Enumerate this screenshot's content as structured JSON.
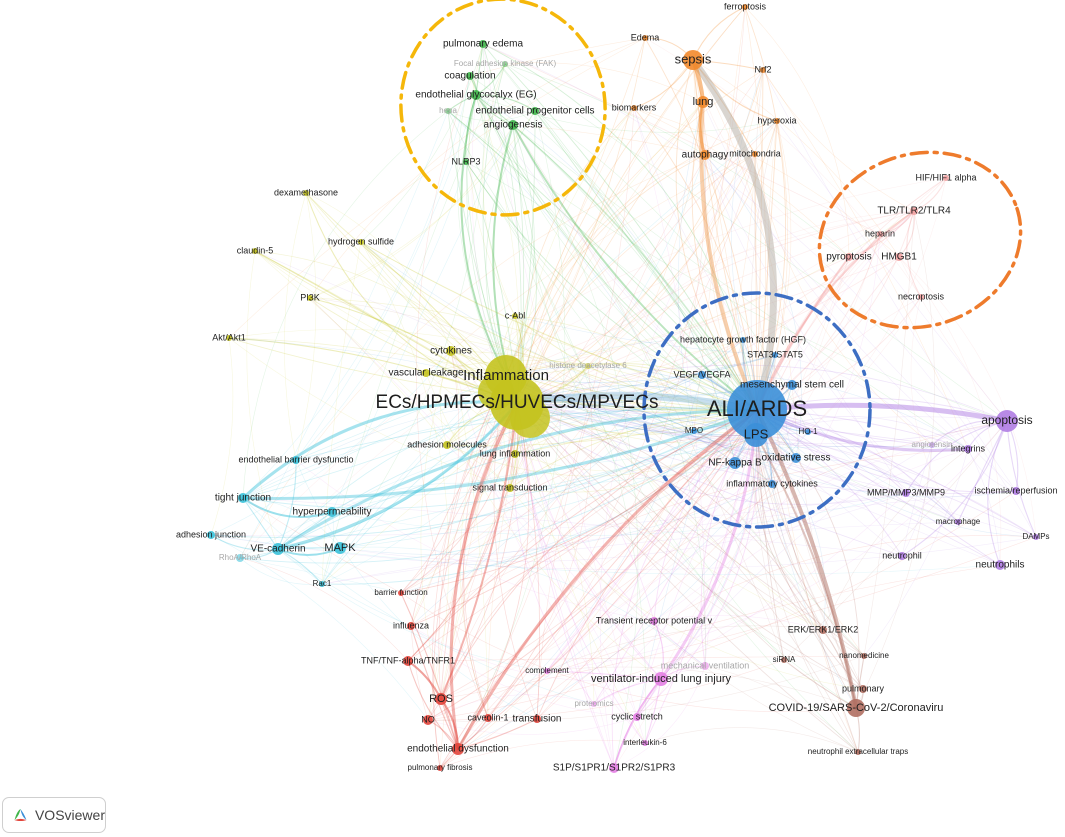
{
  "clusters": {
    "green": "#3fb54a",
    "orange": "#f28a2c",
    "salmon": "#f3a3a3",
    "olive": "#c4c31f",
    "blue": "#3b8fd8",
    "purple": "#b07de3",
    "cyan": "#39c1d9",
    "red": "#e2443a",
    "magenta": "#e47fe4",
    "brown": "#b06f62"
  },
  "rings": {
    "green_cluster": "#f5b70a",
    "salmon_cluster": "#ee7b2c",
    "blue_cluster": "#3d6ec3"
  },
  "nodes": [
    {
      "label": "pulmonary edema",
      "cluster": "green"
    },
    {
      "label": "Focal adhesion kinase (FAK)",
      "cluster": "green"
    },
    {
      "label": "coagulation",
      "cluster": "green"
    },
    {
      "label": "endothelial glycocalyx (EG)",
      "cluster": "green"
    },
    {
      "label": "hepa",
      "cluster": "green"
    },
    {
      "label": "endothelial progenitor cells",
      "cluster": "green"
    },
    {
      "label": "angiogenesis",
      "cluster": "green"
    },
    {
      "label": "NLRP3",
      "cluster": "green"
    },
    {
      "label": "ferroptosis",
      "cluster": "orange"
    },
    {
      "label": "Edema",
      "cluster": "orange"
    },
    {
      "label": "sepsis",
      "cluster": "orange"
    },
    {
      "label": "Nrf2",
      "cluster": "orange"
    },
    {
      "label": "biomarkers",
      "cluster": "orange"
    },
    {
      "label": "lung",
      "cluster": "orange"
    },
    {
      "label": "hyperoxia",
      "cluster": "orange"
    },
    {
      "label": "autophagy",
      "cluster": "orange"
    },
    {
      "label": "mitochondria",
      "cluster": "orange"
    },
    {
      "label": "HIF/HIF1 alpha",
      "cluster": "salmon"
    },
    {
      "label": "TLR/TLR2/TLR4",
      "cluster": "salmon"
    },
    {
      "label": "heparin",
      "cluster": "salmon"
    },
    {
      "label": "pyroptosis",
      "cluster": "salmon"
    },
    {
      "label": "HMGB1",
      "cluster": "salmon"
    },
    {
      "label": "necroptosis",
      "cluster": "salmon"
    },
    {
      "label": "dexamethasone",
      "cluster": "olive"
    },
    {
      "label": "hydrogen sulfide",
      "cluster": "olive"
    },
    {
      "label": "claudin-5",
      "cluster": "olive"
    },
    {
      "label": "PI3K",
      "cluster": "olive"
    },
    {
      "label": "Akt/Akt1",
      "cluster": "olive"
    },
    {
      "label": "c-Abl",
      "cluster": "olive"
    },
    {
      "label": "cytokines",
      "cluster": "olive"
    },
    {
      "label": "vascular leakage",
      "cluster": "olive"
    },
    {
      "label": "Inflammation",
      "cluster": "olive"
    },
    {
      "label": "histone deacetylase 6",
      "cluster": "olive"
    },
    {
      "label": "ECs/HPMECs/HUVECs/MPVECs",
      "cluster": "olive"
    },
    {
      "label": "adhesion molecules",
      "cluster": "olive"
    },
    {
      "label": "lung inflammation",
      "cluster": "olive"
    },
    {
      "label": "signal transduction",
      "cluster": "olive"
    },
    {
      "label": "hepatocyte growth factor (HGF)",
      "cluster": "blue"
    },
    {
      "label": "STAT3/STAT5",
      "cluster": "blue"
    },
    {
      "label": "VEGF/VEGFA",
      "cluster": "blue"
    },
    {
      "label": "mesenchymal stem cell",
      "cluster": "blue"
    },
    {
      "label": "ALI/ARDS",
      "cluster": "blue"
    },
    {
      "label": "MPO",
      "cluster": "blue"
    },
    {
      "label": "LPS",
      "cluster": "blue"
    },
    {
      "label": "HO-1",
      "cluster": "blue"
    },
    {
      "label": "NF-kappa B",
      "cluster": "blue"
    },
    {
      "label": "oxidative stress",
      "cluster": "blue"
    },
    {
      "label": "inflammatory cytokines",
      "cluster": "blue"
    },
    {
      "label": "apoptosis",
      "cluster": "purple"
    },
    {
      "label": "angiotensin",
      "cluster": "purple"
    },
    {
      "label": "integrins",
      "cluster": "purple"
    },
    {
      "label": "MMP/MMP3/MMP9",
      "cluster": "purple"
    },
    {
      "label": "ischemia/reperfusion",
      "cluster": "purple"
    },
    {
      "label": "macrophage",
      "cluster": "purple"
    },
    {
      "label": "DAMPs",
      "cluster": "purple"
    },
    {
      "label": "neutrophil",
      "cluster": "purple"
    },
    {
      "label": "neutrophils",
      "cluster": "purple"
    },
    {
      "label": "endothelial barrier dysfunctio",
      "cluster": "cyan"
    },
    {
      "label": "tight junction",
      "cluster": "cyan"
    },
    {
      "label": "hyperpermeability",
      "cluster": "cyan"
    },
    {
      "label": "adhesion junction",
      "cluster": "cyan"
    },
    {
      "label": "VE-cadherin",
      "cluster": "cyan"
    },
    {
      "label": "MAPK",
      "cluster": "cyan"
    },
    {
      "label": "RhoA/RhoA",
      "cluster": "cyan"
    },
    {
      "label": "Rac1",
      "cluster": "cyan"
    },
    {
      "label": "barrier function",
      "cluster": "red"
    },
    {
      "label": "influenza",
      "cluster": "red"
    },
    {
      "label": "TNF/TNF-alpha/TNFR1",
      "cluster": "red"
    },
    {
      "label": "ROS",
      "cluster": "red"
    },
    {
      "label": "NO",
      "cluster": "red"
    },
    {
      "label": "caveolin-1",
      "cluster": "red"
    },
    {
      "label": "transfusion",
      "cluster": "red"
    },
    {
      "label": "endothelial dysfunction",
      "cluster": "red"
    },
    {
      "label": "pulmonary fibrosis",
      "cluster": "red"
    },
    {
      "label": "Transient receptor potential v",
      "cluster": "magenta"
    },
    {
      "label": "complement",
      "cluster": "magenta"
    },
    {
      "label": "mechanical ventilation",
      "cluster": "magenta"
    },
    {
      "label": "ventilator-induced lung injury",
      "cluster": "magenta"
    },
    {
      "label": "proteomics",
      "cluster": "magenta"
    },
    {
      "label": "cyclic stretch",
      "cluster": "magenta"
    },
    {
      "label": "interleukin-6",
      "cluster": "magenta"
    },
    {
      "label": "S1P/S1PR1/S1PR2/S1PR3",
      "cluster": "magenta"
    },
    {
      "label": "ERK/ERK1/ERK2",
      "cluster": "brown"
    },
    {
      "label": "siRNA",
      "cluster": "brown"
    },
    {
      "label": "nanomedicine",
      "cluster": "brown"
    },
    {
      "label": "pulmonary",
      "cluster": "brown"
    },
    {
      "label": "COVID-19/SARS-CoV-2/Coronaviru",
      "cluster": "brown"
    },
    {
      "label": "neutrophil extracellular traps",
      "cluster": "brown"
    }
  ],
  "logo": {
    "text": "VOSviewer",
    "icon": "vosviewer-logo-icon"
  }
}
